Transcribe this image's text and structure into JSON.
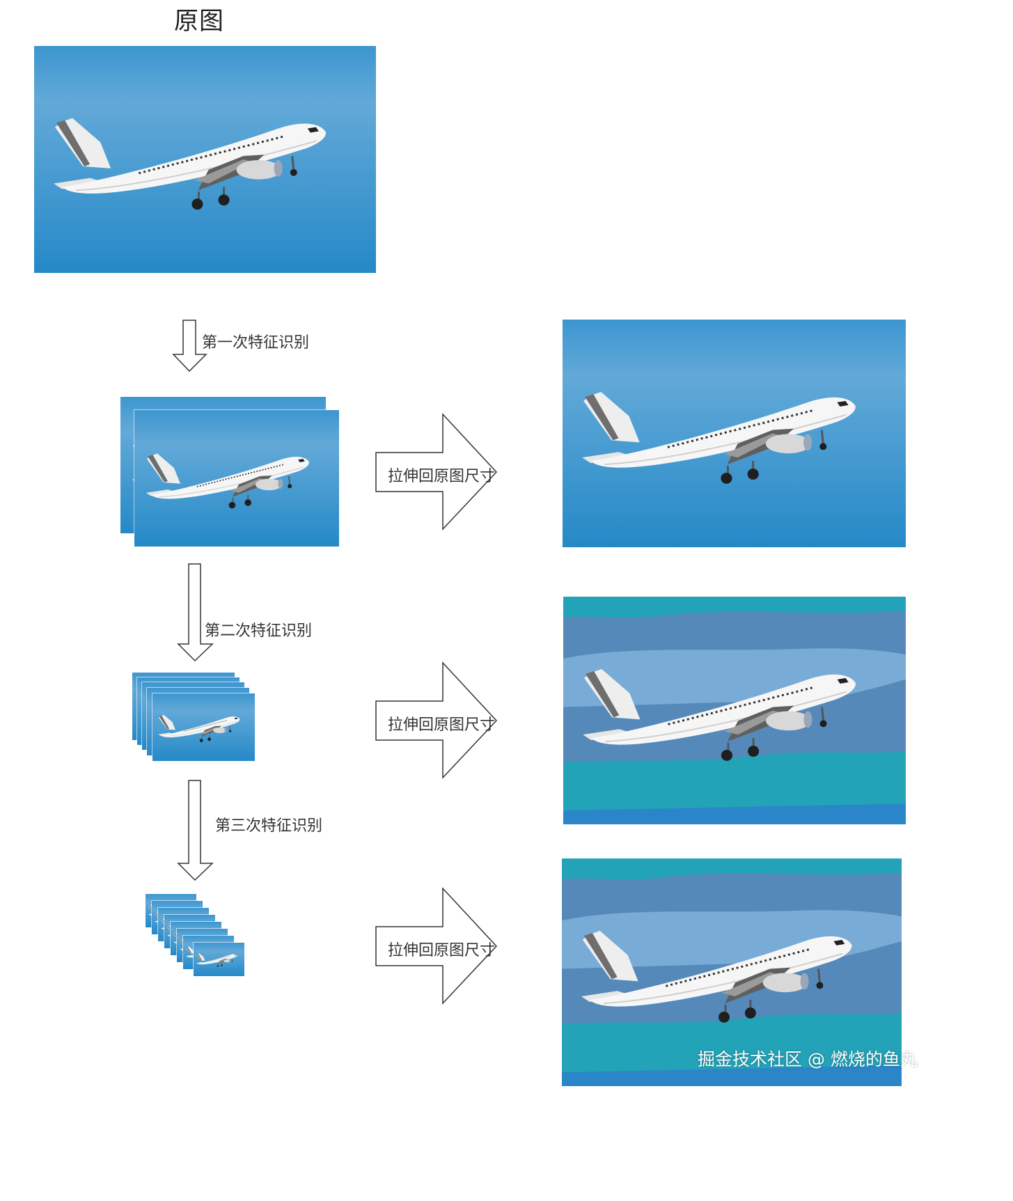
{
  "title": "原图",
  "steps": [
    {
      "label": "第一次特征识别"
    },
    {
      "label": "第二次特征识别"
    },
    {
      "label": "第三次特征识别"
    }
  ],
  "stretch_label": "拉伸回原图尺寸",
  "watermark": "掘金技术社区 @ 燃烧的鱼丸",
  "colors": {
    "sky_light": "#5aa4d6",
    "sky_dark": "#2a8cc9",
    "quant_teal": "#23a3b8",
    "quant_mid": "#5589ba",
    "quant_light": "#78abd6",
    "plane": "#f4f4f4",
    "stroke": "#333333"
  }
}
